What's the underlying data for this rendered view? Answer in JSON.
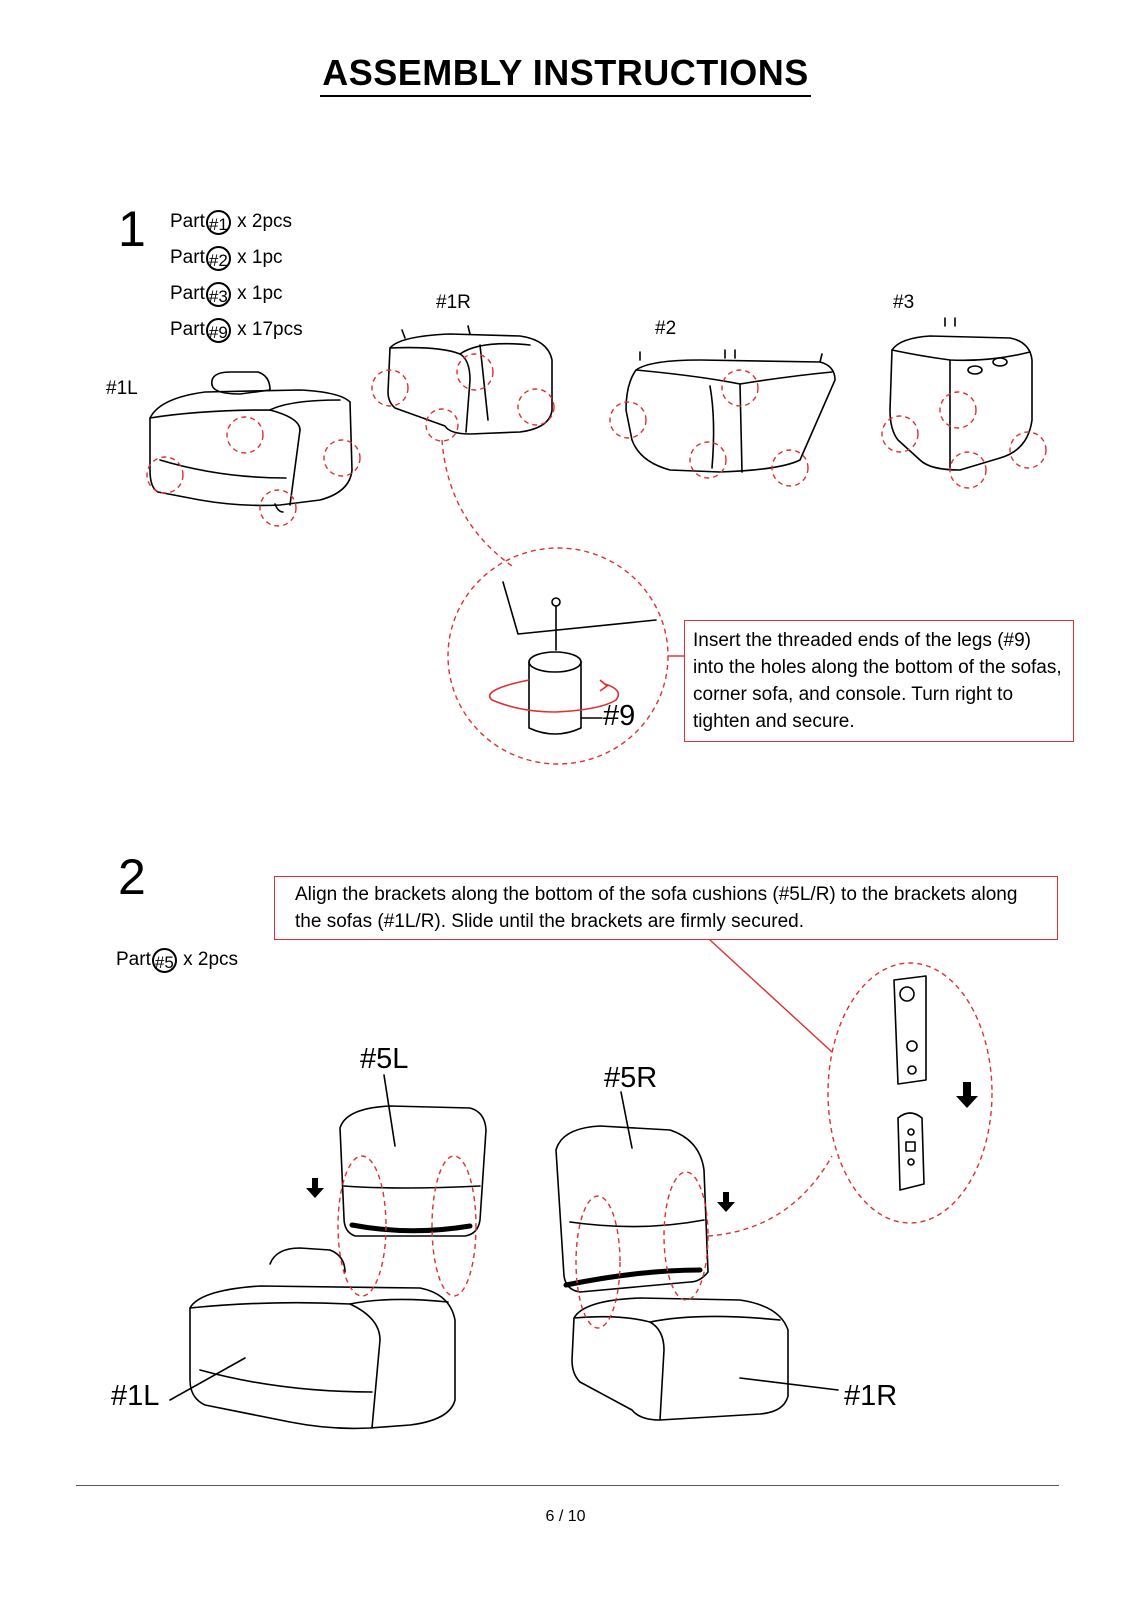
{
  "title": "ASSEMBLY  INSTRUCTIONS",
  "step1": {
    "number": "1",
    "parts": [
      {
        "prefix": "Part",
        "id": "#1",
        "qty": "x 2pcs"
      },
      {
        "prefix": "Part",
        "id": "#2",
        "qty": "x 1pc"
      },
      {
        "prefix": "Part",
        "id": "#3",
        "qty": "x 1pc"
      },
      {
        "prefix": "Part",
        "id": "#9",
        "qty": "x 17pcs"
      }
    ],
    "labels": {
      "l1l": "#1L",
      "l1r": "#1R",
      "l2": "#2",
      "l3": "#3",
      "l9": "#9"
    },
    "note": "Insert the threaded ends of the legs (#9) into the holes along the bottom of the sofas, corner sofa, and console. Turn right to tighten and secure."
  },
  "step2": {
    "number": "2",
    "parts": [
      {
        "prefix": "Part",
        "id": "#5",
        "qty": "x 2pcs"
      }
    ],
    "labels": {
      "l5l": "#5L",
      "l5r": "#5R",
      "l1l": "#1L",
      "l1r": "#1R"
    },
    "note": "Align the brackets along the bottom of the sofa cushions (#5L/R) to the brackets along the sofas (#1L/R). Slide until the brackets are firmly secured."
  },
  "footer": {
    "page": "6 / 10"
  },
  "colors": {
    "accent": "#e03030",
    "ink": "#000000"
  }
}
